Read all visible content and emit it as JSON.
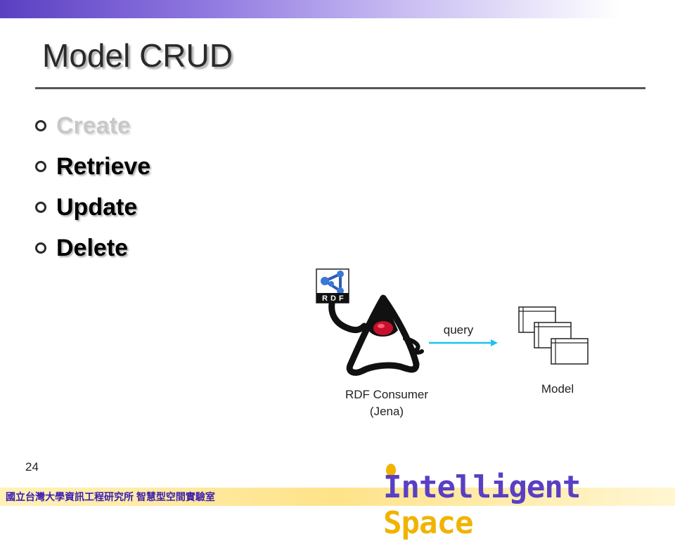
{
  "slide": {
    "title": "Model CRUD",
    "bullets": [
      {
        "label": "Create",
        "dimmed": true
      },
      {
        "label": "Retrieve",
        "dimmed": false
      },
      {
        "label": "Update",
        "dimmed": false
      },
      {
        "label": "Delete",
        "dimmed": false
      }
    ],
    "page_number": "24"
  },
  "diagram": {
    "rdf_logo_letters": [
      "R",
      "D",
      "F"
    ],
    "consumer_label_line1": "RDF Consumer",
    "consumer_label_line2": "(Jena)",
    "arrow_label": "query",
    "model_label": "Model",
    "arrow_color": "#1ec0f0"
  },
  "footer": {
    "org_text": "國立台灣大學資訊工程研究所 智慧型空間實驗室",
    "logo_word1": "Intelligent",
    "logo_word2": "Space"
  },
  "colors": {
    "accent_purple": "#5a3fc4",
    "accent_gold": "#f0b400"
  }
}
